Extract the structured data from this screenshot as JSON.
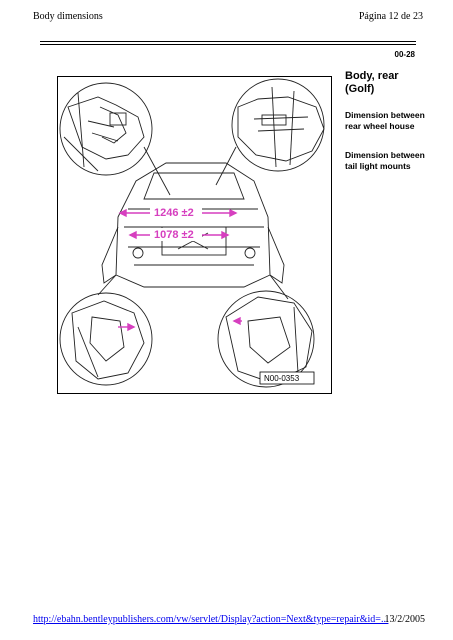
{
  "header": {
    "title": "Body dimensions",
    "page": "Página 12 de 23"
  },
  "section_code": "00-28",
  "sidebar": {
    "title": "Body, rear (Golf)",
    "items": [
      "Dimension between rear wheel house",
      "Dimension between tail light mounts"
    ]
  },
  "figure": {
    "dimension_1": "1246 ±2",
    "dimension_2": "1078 ±2",
    "figure_code": "N00-0353",
    "accent_color": "#d63fbf"
  },
  "footer": {
    "url": "http://ebahn.bentleypublishers.com/vw/servlet/Display?action=Next&type=repair&id=...",
    "date": "13/2/2005"
  }
}
